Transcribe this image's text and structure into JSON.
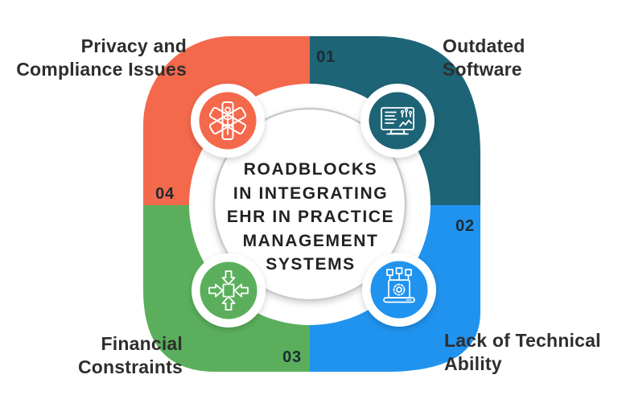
{
  "infographic": {
    "center_title_lines": [
      "ROADBLOCKS",
      "IN INTEGRATING",
      "EHR IN PRACTICE",
      "MANAGEMENT",
      "SYSTEMS"
    ],
    "segments": {
      "outdated": {
        "number": "01",
        "label_line1": "Outdated",
        "label_line2": "Software",
        "color": "#1D6476",
        "icon": "monitor-analytics-icon"
      },
      "technical": {
        "number": "02",
        "label_line1": "Lack of Technical",
        "label_line2": "Ability",
        "color": "#2093EF",
        "icon": "laptop-gear-icon"
      },
      "financial": {
        "number": "03",
        "label_line1": "Financial",
        "label_line2": "Constraints",
        "color": "#5BAF5C",
        "icon": "converging-arrows-icon"
      },
      "privacy": {
        "number": "04",
        "label_line1": "Privacy and",
        "label_line2": "Compliance Issues",
        "color": "#F4694C",
        "icon": "medical-star-icon"
      }
    },
    "styles": {
      "background": "#FFFFFF",
      "label_text_color": "#2E2E2E",
      "title_text_color": "#222222",
      "number_color": "#1C2B33",
      "inner_circle_border": "#CBCBCB",
      "icon_stroke": "#FFFFFF"
    }
  }
}
